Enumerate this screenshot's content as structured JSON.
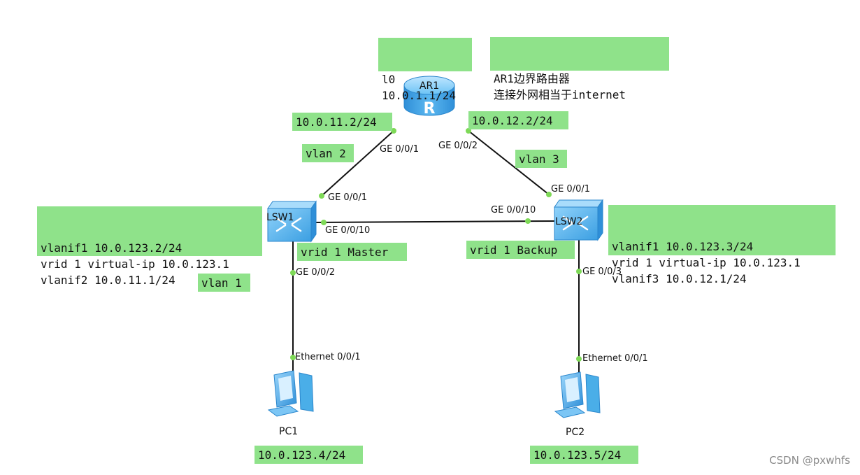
{
  "notes": {
    "ar1_loopback": [
      "l0",
      "10.0.1.1/24"
    ],
    "ar1_desc": [
      "AR1边界路由器",
      "连接外网相当于internet"
    ],
    "ar1_ge1_ip": "10.0.11.2/24",
    "ar1_ge2_ip": "10.0.12.2/24",
    "vlan2": "vlan 2",
    "vlan3": "vlan 3",
    "vlan1": "vlan 1",
    "lsw1_config": [
      "vlanif1 10.0.123.2/24",
      "vrid 1 virtual-ip 10.0.123.1",
      "vlanif2 10.0.11.1/24"
    ],
    "lsw2_config": [
      "vlanif1 10.0.123.3/24",
      "vrid 1 virtual-ip 10.0.123.1",
      "vlanif3 10.0.12.1/24"
    ],
    "lsw1_vrrp": "vrid 1 Master",
    "lsw2_vrrp": "vrid 1 Backup",
    "pc1_ip": "10.0.123.4/24",
    "pc2_ip": "10.0.123.5/24"
  },
  "devices": {
    "ar1": "AR1",
    "ar1_symbol": "R",
    "lsw1": "LSW1",
    "lsw2": "LSW2",
    "pc1": "PC1",
    "pc2": "PC2"
  },
  "ports": {
    "ar1_ge1": "GE 0/0/1",
    "ar1_ge2": "GE 0/0/2",
    "lsw1_ge1": "GE 0/0/1",
    "lsw1_ge10": "GE 0/0/10",
    "lsw1_ge2": "GE 0/0/2",
    "lsw2_ge1": "GE 0/0/1",
    "lsw2_ge10": "GE 0/0/10",
    "lsw2_ge3": "GE 0/0/3",
    "pc1_eth": "Ethernet 0/0/1",
    "pc2_eth": "Ethernet 0/0/1"
  },
  "colors": {
    "note_bg": "#8fe28a",
    "link_dot": "#7ed957",
    "router_body": "#3fa6e8",
    "switch_body": "#4aaee8"
  },
  "watermark": "CSDN @pxwhfs"
}
